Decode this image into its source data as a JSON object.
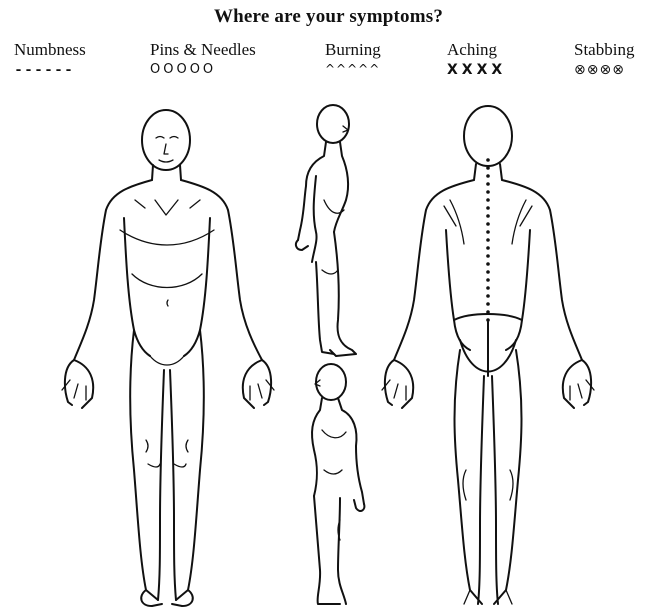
{
  "title": "Where are your symptoms?",
  "legend": [
    {
      "label": "Numbness",
      "symbol": "------"
    },
    {
      "label": "Pins & Needles",
      "symbol": "OOOOO"
    },
    {
      "label": "Burning",
      "symbol": "^^^^^"
    },
    {
      "label": "Aching",
      "symbol": "XXXX"
    },
    {
      "label": "Stabbing",
      "symbol": "⊗⊗⊗⊗"
    }
  ],
  "figures": [
    "body-front",
    "body-side-upper",
    "body-side-lower",
    "body-back"
  ]
}
